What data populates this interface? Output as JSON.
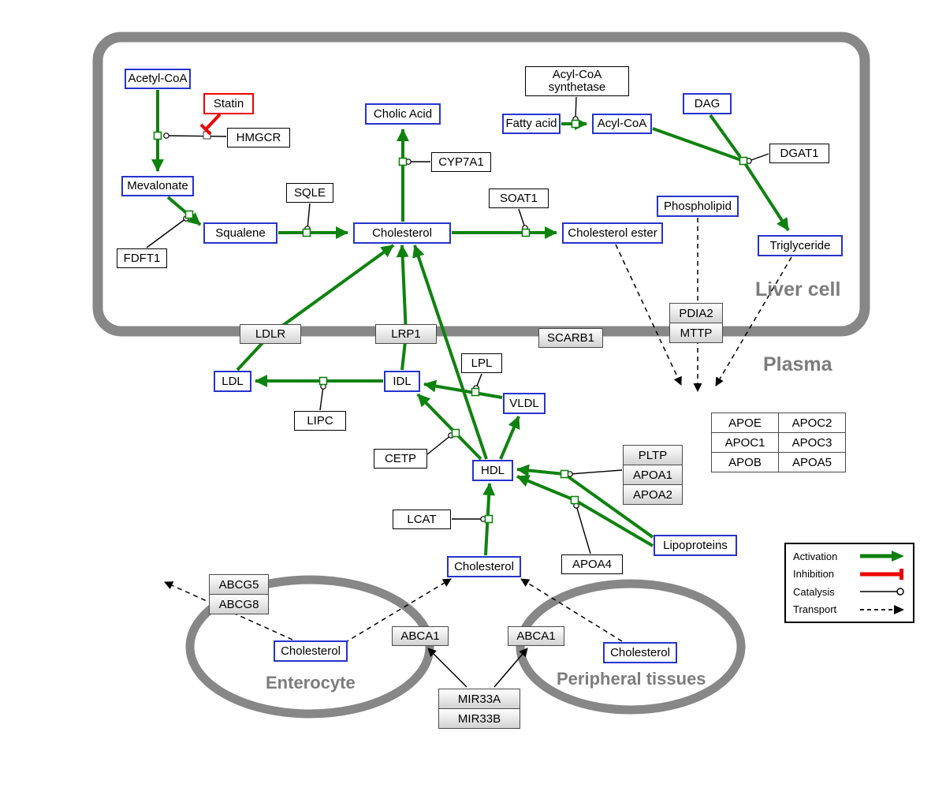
{
  "compartments": {
    "liver_label": "Liver cell",
    "plasma_label": "Plasma",
    "enterocyte_label": "Enterocyte",
    "peripheral_label": "Peripheral tissues"
  },
  "nodes": {
    "acetyl_coa": "Acetyl-CoA",
    "statin": "Statin",
    "hmgcr": "HMGCR",
    "mevalonate": "Mevalonate",
    "fdft1": "FDFT1",
    "squalene": "Squalene",
    "sqle": "SQLE",
    "cholic_acid": "Cholic Acid",
    "cyp7a1": "CYP7A1",
    "cholesterol_liver": "Cholesterol",
    "soat1": "SOAT1",
    "cholesterol_ester": "Cholesterol ester",
    "acs_line1": "Acyl-CoA",
    "acs_line2": "synthetase",
    "fatty_acid": "Fatty acid",
    "acyl_coa": "Acyl-CoA",
    "dag": "DAG",
    "dgat1": "DGAT1",
    "phospholipid": "Phospholipid",
    "triglyceride": "Triglyceride",
    "ldlr": "LDLR",
    "lrp1": "LRP1",
    "scarb1": "SCARB1",
    "pdia2": "PDIA2",
    "mttp": "MTTP",
    "ldl": "LDL",
    "idl": "IDL",
    "lipc": "LIPC",
    "lpl": "LPL",
    "vldl": "VLDL",
    "cetp": "CETP",
    "hdl": "HDL",
    "pltp": "PLTP",
    "apoa1": "APOA1",
    "apoa2": "APOA2",
    "lcat": "LCAT",
    "apoa4": "APOA4",
    "lipoproteins": "Lipoproteins",
    "cholesterol_plasma": "Cholesterol",
    "abcg5": "ABCG5",
    "abcg8": "ABCG8",
    "cholesterol_enterocyte": "Cholesterol",
    "abca1_left": "ABCA1",
    "abca1_right": "ABCA1",
    "cholesterol_peripheral": "Cholesterol",
    "mir33a": "MIR33A",
    "mir33b": "MIR33B"
  },
  "apo_table": {
    "rows": [
      [
        "APOE",
        "APOC2"
      ],
      [
        "APOC1",
        "APOC3"
      ],
      [
        "APOB",
        "APOA5"
      ]
    ]
  },
  "legend": {
    "activation": "Activation",
    "inhibition": "Inhibition",
    "catalysis": "Catalysis",
    "transport": "Transport"
  },
  "colors": {
    "activation_green": "#0e820e",
    "inhibition_red": "#ee0000",
    "metabolite_blue": "#2633cc",
    "membrane_gray": "#878787"
  }
}
